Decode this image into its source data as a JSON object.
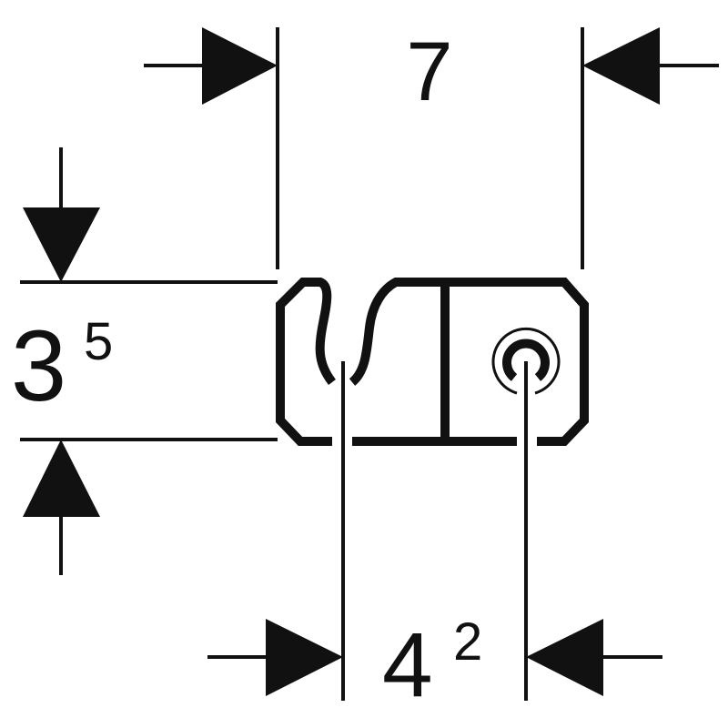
{
  "dimensions": {
    "width": {
      "value": "7"
    },
    "height": {
      "base": "3",
      "sup": "5"
    },
    "spacing": {
      "base": "4",
      "sup": "2"
    }
  },
  "colors": {
    "ink": "#111111",
    "background": "#ffffff"
  }
}
